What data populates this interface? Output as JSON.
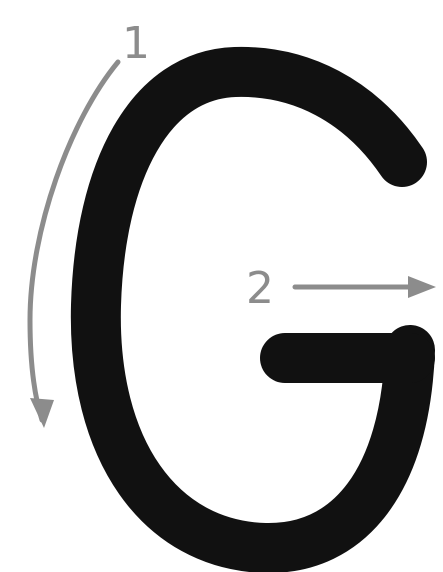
{
  "letter": {
    "glyph": "G",
    "fill_color": "#111111"
  },
  "strokes": [
    {
      "number": "1",
      "direction": "counter-clockwise-downward"
    },
    {
      "number": "2",
      "direction": "rightward"
    }
  ],
  "arrow_color": "#8c8c8c",
  "label_color": "#8c8c8c"
}
